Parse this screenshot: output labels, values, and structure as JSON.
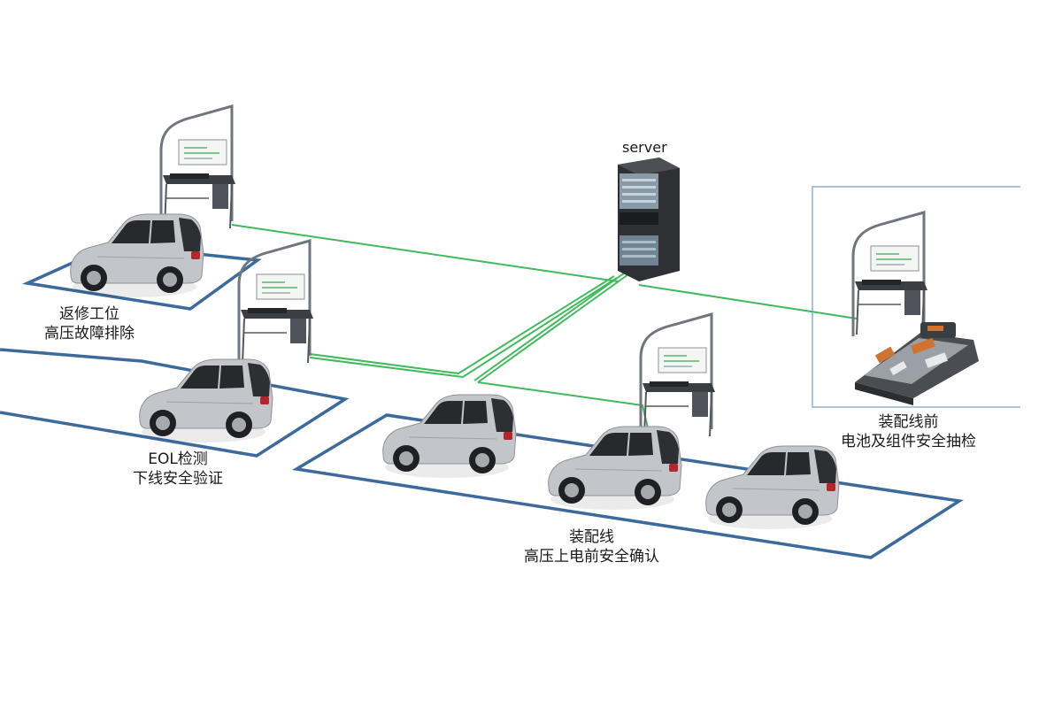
{
  "server": {
    "label": "server"
  },
  "stations": {
    "repair": {
      "line1": "返修工位",
      "line2": "高压故障排除"
    },
    "eol": {
      "line1": "EOL检测",
      "line2": "下线安全验证"
    },
    "assembly": {
      "line1": "装配线",
      "line2": "高压上电前安全确认"
    },
    "pre_assembly": {
      "line1": "装配线前",
      "line2": "电池及组件安全抽检"
    }
  },
  "colors": {
    "zone_border": "#3d6a9c",
    "network_line": "#3fba5c",
    "car_body": "#c2c5c9",
    "car_window": "#27292d",
    "taillight": "#b3262a",
    "server_body": "#2e3033",
    "workstation_frame": "#70767e",
    "battery_body": "#4a4d52",
    "battery_accent": "#d0732f"
  }
}
